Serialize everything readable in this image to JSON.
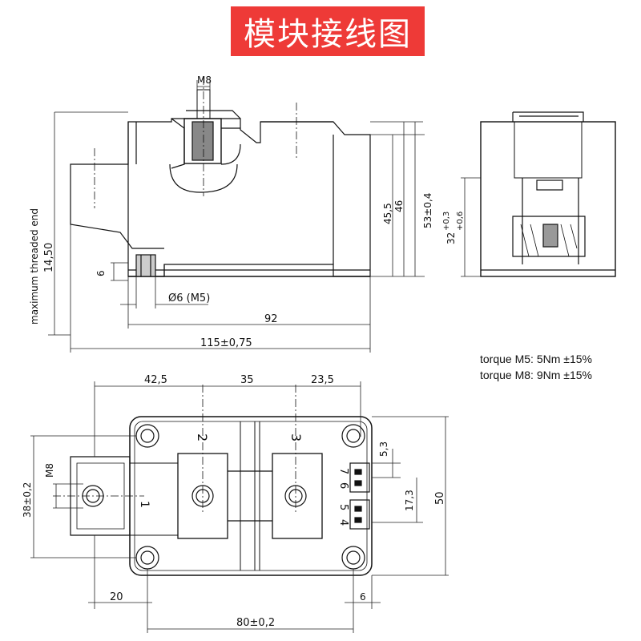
{
  "title": "模块接线图",
  "colors": {
    "banner": "#ee3a37",
    "line": "#111111",
    "dim": "#222222"
  },
  "side_view": {
    "bolt_thread": "M8",
    "bore_label": "Ø6 (M5)",
    "small_dim": "6",
    "vertical_dim": "14,50",
    "vertical_note": "maximum threaded end",
    "height_1": "45,5",
    "height_2": "46",
    "height_3": "53±0,4",
    "width_inner": "92",
    "width_total": "115±0,75"
  },
  "end_view": {
    "height_main": "32",
    "height_tol_plus": "+0,3",
    "height_tol_minus": "+0,6"
  },
  "torque": {
    "m5": "torque M5:  5Nm ±15%",
    "m8": "torque M8:  9Nm ±15%"
  },
  "top_view": {
    "spacing_left": "42,5",
    "spacing_mid": "35",
    "spacing_right": "23,5",
    "terminal_1": "1",
    "terminal_2": "2",
    "terminal_3": "3",
    "pins": [
      "7",
      "6",
      "5",
      "4"
    ],
    "dim_53": "5,3",
    "dim_173": "17,3",
    "height_total": "50",
    "left_height": "38±0,2",
    "left_thread": "M8",
    "offset_left": "20",
    "offset_right": "6",
    "base_width": "80±0,2"
  }
}
